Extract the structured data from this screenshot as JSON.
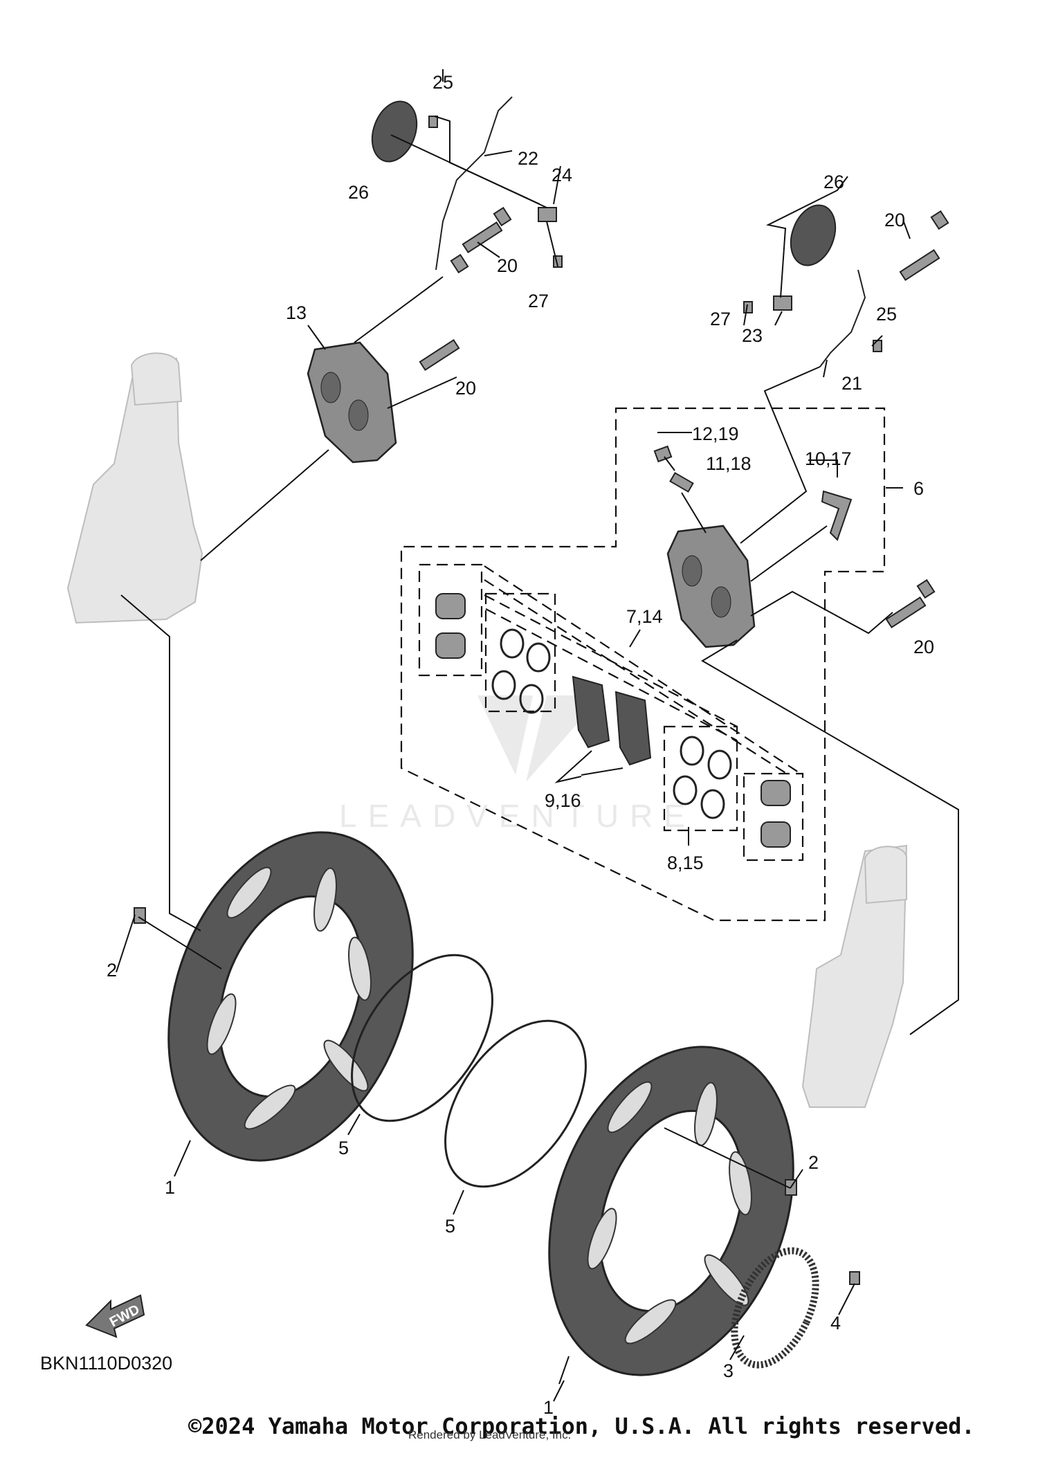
{
  "watermark": {
    "text": "LEADVENTURE"
  },
  "fwd_label": "FWD",
  "diagram_code": "BKN1110D0320",
  "copyright": "©2024 Yamaha Motor Corporation, U.S.A. All rights reserved.",
  "rendered_by": "Rendered by LeadVenture, Inc.",
  "callouts": {
    "c1_left": "1",
    "c1_right": "1",
    "c2_left": "2",
    "c2_right": "2",
    "c3": "3",
    "c4": "4",
    "c5_a": "5",
    "c5_b": "5",
    "c6": "6",
    "c7_14": "7,14",
    "c8_15": "8,15",
    "c9_16": "9,16",
    "c10_17": "10,17",
    "c11_18": "11,18",
    "c12_19": "12,19",
    "c13": "13",
    "c20_a": "20",
    "c20_b": "20",
    "c20_c": "20",
    "c20_d": "20",
    "c21": "21",
    "c22": "22",
    "c23": "23",
    "c24": "24",
    "c25_a": "25",
    "c25_b": "25",
    "c26_a": "26",
    "c26_b": "26",
    "c27_a": "27",
    "c27_b": "27"
  }
}
